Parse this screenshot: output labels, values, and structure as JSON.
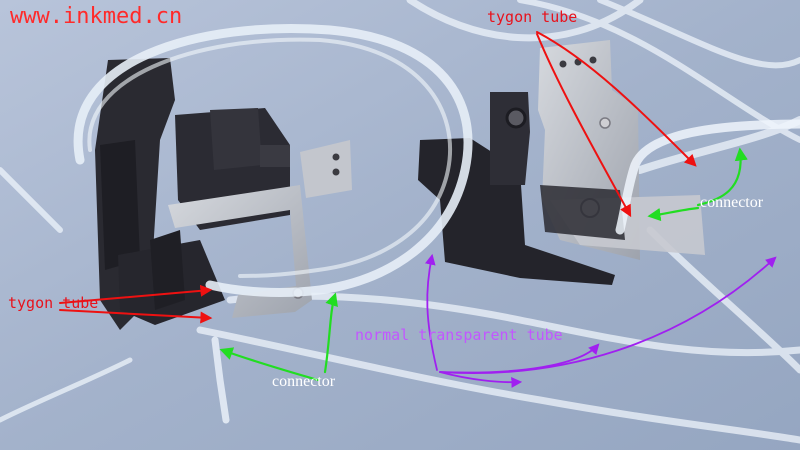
{
  "watermark": {
    "text": "www.inkmed.cn",
    "color": "#ff2a2a"
  },
  "labels": {
    "tygon_top": {
      "text": "tygon tube",
      "color": "#e8121c"
    },
    "tygon_left": {
      "text": "tygon tube",
      "color": "#e8121c"
    },
    "connector_right": {
      "text": "connector",
      "color": "#ffffff"
    },
    "connector_left": {
      "text": "connector",
      "color": "#ffffff"
    },
    "normal_tube": {
      "text": "normal transparent tube",
      "color": "#c257ff"
    }
  },
  "annotation_colors": {
    "tygon": "#ee1111",
    "connector": "#22dd22",
    "normal": "#a020f0"
  },
  "photo": {
    "subject": "two printer ink pump assemblies connected by clear tubing",
    "background_color": "#a9b7cf",
    "pump_color": "#23232a",
    "bracket_color": "#b9bcc4",
    "tube_color": "#eef4fb"
  }
}
